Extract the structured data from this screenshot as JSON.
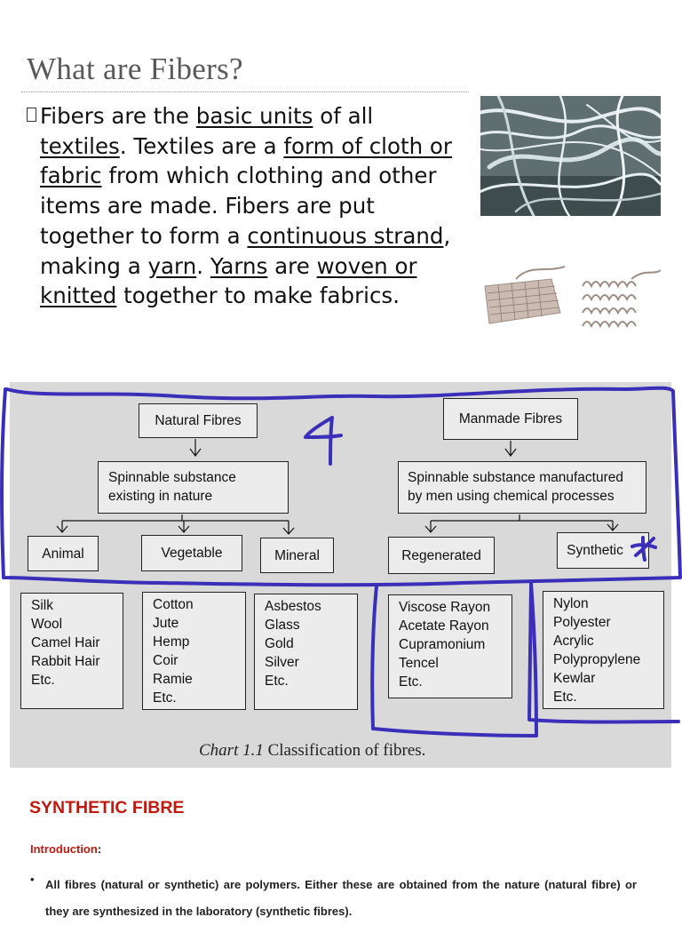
{
  "slide": {
    "title": "What are Fibers?",
    "bullet_segments": [
      {
        "text": "Fibers are the ",
        "u": false
      },
      {
        "text": "basic units",
        "u": true
      },
      {
        "text": " of all ",
        "u": false
      },
      {
        "text": "textiles",
        "u": true
      },
      {
        "text": ".  Textiles are a ",
        "u": false
      },
      {
        "text": "form of cloth or fabric",
        "u": true
      },
      {
        "text": " from which clothing and other items are made. Fibers are put together to form a ",
        "u": false
      },
      {
        "text": "continuous strand",
        "u": true
      },
      {
        "text": ", making a ",
        "u": false
      },
      {
        "text": "yarn",
        "u": true
      },
      {
        "text": ".  ",
        "u": false
      },
      {
        "text": "Yarns",
        "u": true
      },
      {
        "text": " are ",
        "u": false
      },
      {
        "text": "woven or knitted",
        "u": true
      },
      {
        "text": " together to make fabrics.",
        "u": false
      }
    ]
  },
  "chart": {
    "natural_root": "Natural Fibres",
    "manmade_root": "Manmade Fibres",
    "natural_desc": [
      "Spinnable substance",
      "existing in nature"
    ],
    "manmade_desc": [
      "Spinnable substance manufactured",
      "by men using chemical processes"
    ],
    "categories": {
      "animal": "Animal",
      "vegetable": "Vegetable",
      "mineral": "Mineral",
      "regenerated": "Regenerated",
      "synthetic": "Synthetic"
    },
    "lists": {
      "animal": [
        "Silk",
        "Wool",
        "Camel Hair",
        "Rabbit Hair",
        "Etc."
      ],
      "vegetable": [
        "Cotton",
        "Jute",
        "Hemp",
        "Coir",
        "Ramie",
        "Etc."
      ],
      "mineral": [
        "Asbestos",
        "Glass",
        "Gold",
        "Silver",
        "Etc."
      ],
      "regenerated": [
        "Viscose Rayon",
        "Acetate Rayon",
        "Cupramonium",
        "Tencel",
        "Etc."
      ],
      "synthetic": [
        "Nylon",
        "Polyester",
        "Acrylic",
        "Polypropylene",
        "Kewlar",
        "Etc."
      ]
    },
    "caption_italic": "Chart 1.1",
    "caption_text": "  Classification of fibres.",
    "annotation_color": "#3a2fb8"
  },
  "doc": {
    "heading": "SYNTHETIC FIBRE",
    "intro_label": "Introduction",
    "intro_colon": ":",
    "bullet": "•",
    "paragraph": "All fibres (natural or synthetic) are polymers. Either these are obtained from the nature (natural fibre) or they are synthesized in the laboratory (synthetic fibres)."
  },
  "colors": {
    "heading_red": "#c0190f",
    "panel_gray": "#d9d9d9",
    "title_gray": "#595959"
  }
}
